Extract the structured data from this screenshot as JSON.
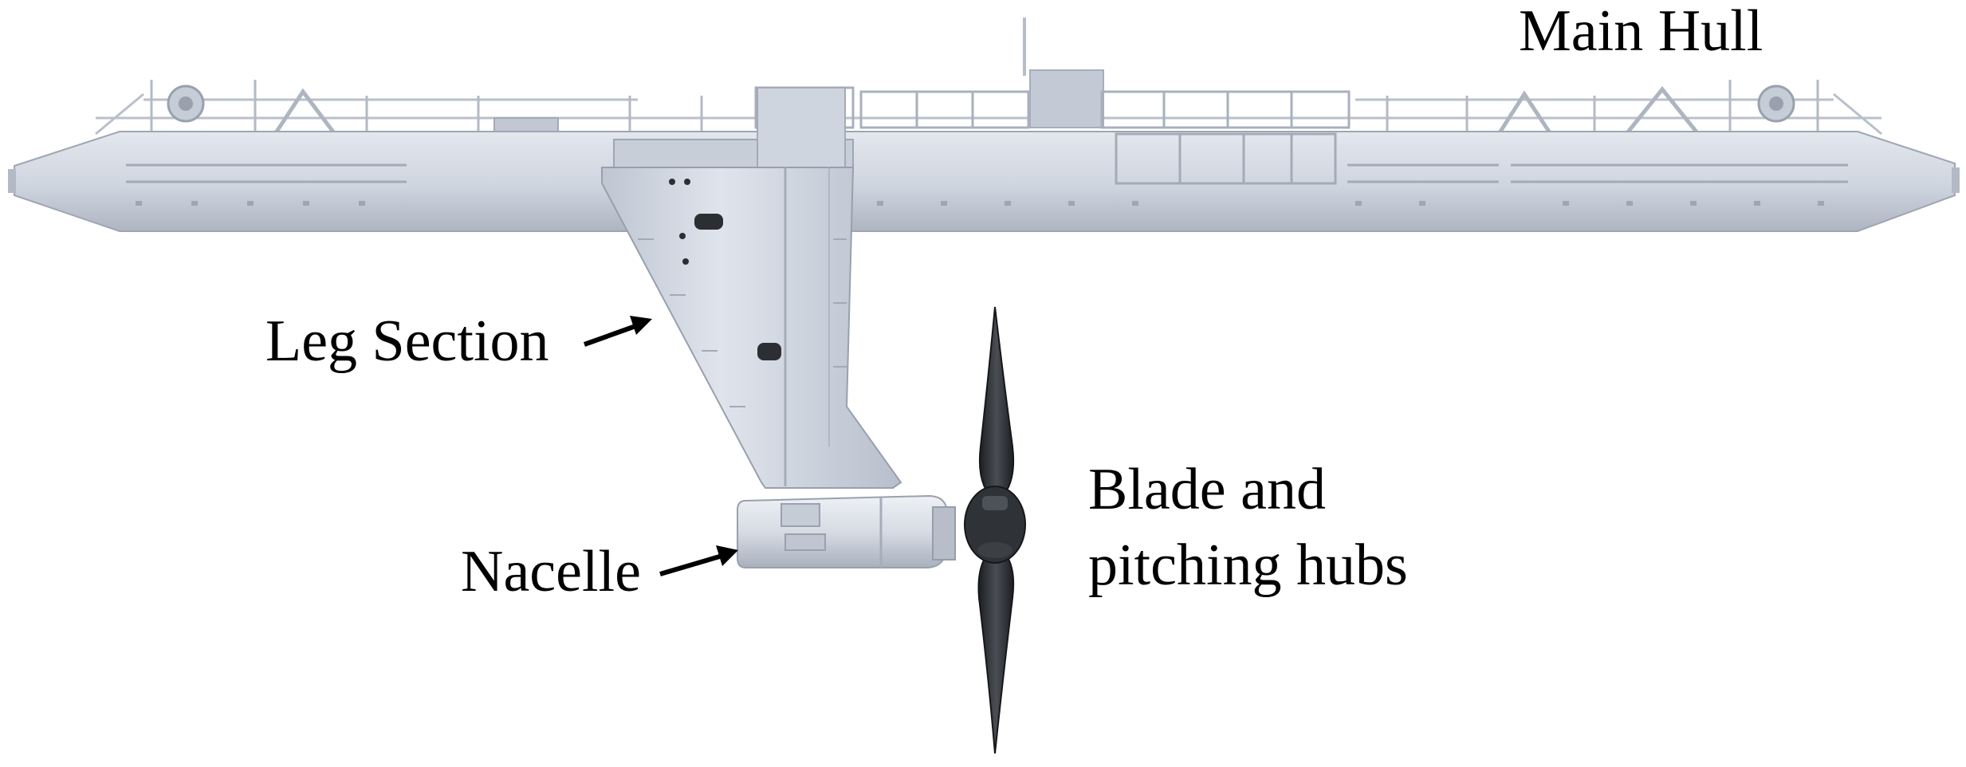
{
  "labels": {
    "main_hull": "Main Hull",
    "leg_section": "Leg Section",
    "nacelle": "Nacelle",
    "blade_line1": "Blade and",
    "blade_line2": "pitching hubs"
  },
  "colors": {
    "hull": "#d2d8e2",
    "hull_shadow": "#a9b0bc",
    "hull_light": "#e6eaf1",
    "blade": "#2a2d31",
    "arrow": "#000000"
  }
}
